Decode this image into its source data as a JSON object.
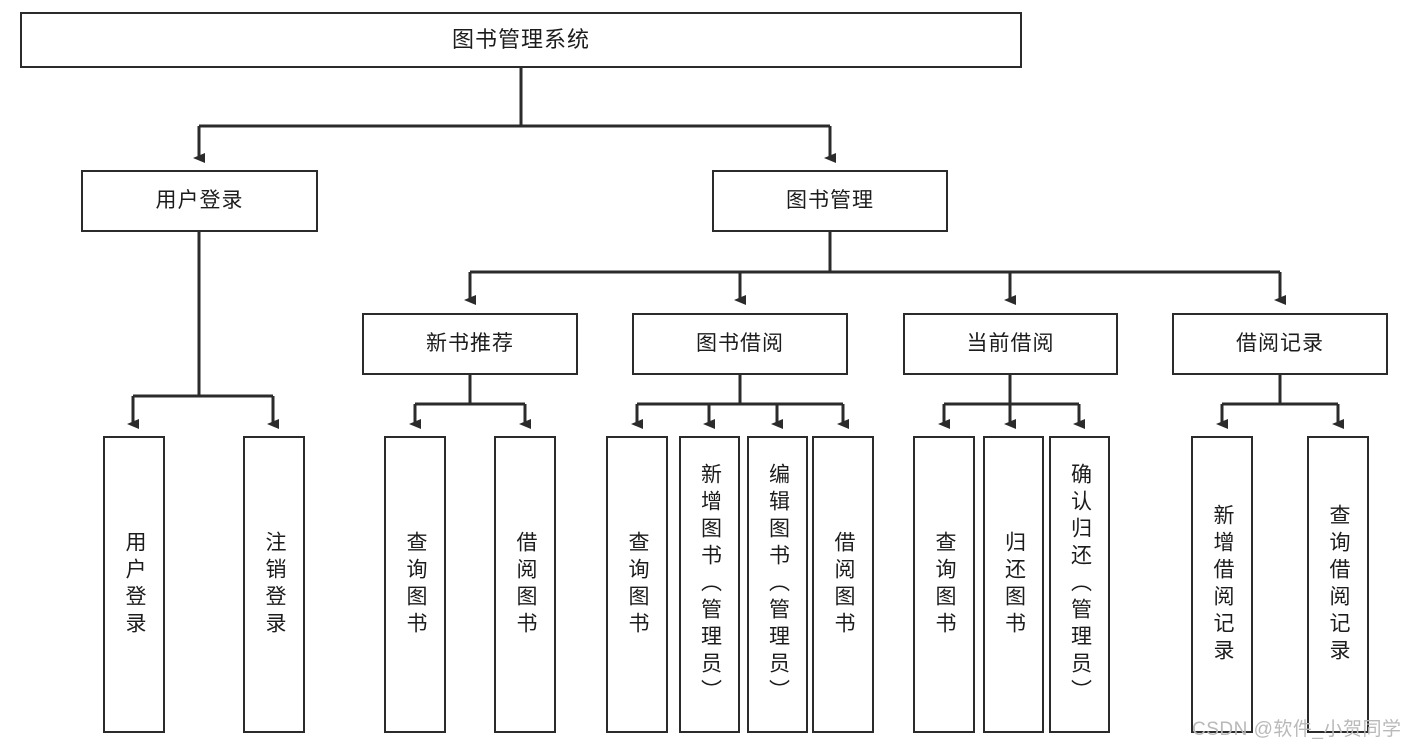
{
  "diagram": {
    "type": "tree-hierarchy",
    "title": "图书管理系统",
    "watermark": "CSDN @软件_小贺同学",
    "colors": {
      "box_border": "#2b2b2b",
      "box_fill": "#ffffff",
      "connector": "#2b2b2b",
      "text": "#1c1c1c",
      "watermark": "#b9b9b9"
    },
    "root": {
      "label": "图书管理系统"
    },
    "level2": [
      {
        "label": "用户登录"
      },
      {
        "label": "图书管理"
      }
    ],
    "level3": [
      {
        "label": "新书推荐"
      },
      {
        "label": "图书借阅"
      },
      {
        "label": "当前借阅"
      },
      {
        "label": "借阅记录"
      }
    ],
    "leaves": {
      "user_login": [
        {
          "label": "用户登录"
        },
        {
          "label": "注销登录"
        }
      ],
      "new_book_recommend": [
        {
          "label": "查询图书"
        },
        {
          "label": "借阅图书"
        }
      ],
      "book_borrow": [
        {
          "label": "查询图书"
        },
        {
          "label": "新增图书（管理员）"
        },
        {
          "label": "编辑图书（管理员）"
        },
        {
          "label": "借阅图书"
        }
      ],
      "current_borrow": [
        {
          "label": "查询图书"
        },
        {
          "label": "归还图书"
        },
        {
          "label": "确认归还（管理员）"
        }
      ],
      "borrow_record": [
        {
          "label": "新增借阅记录"
        },
        {
          "label": "查询借阅记录"
        }
      ]
    }
  }
}
